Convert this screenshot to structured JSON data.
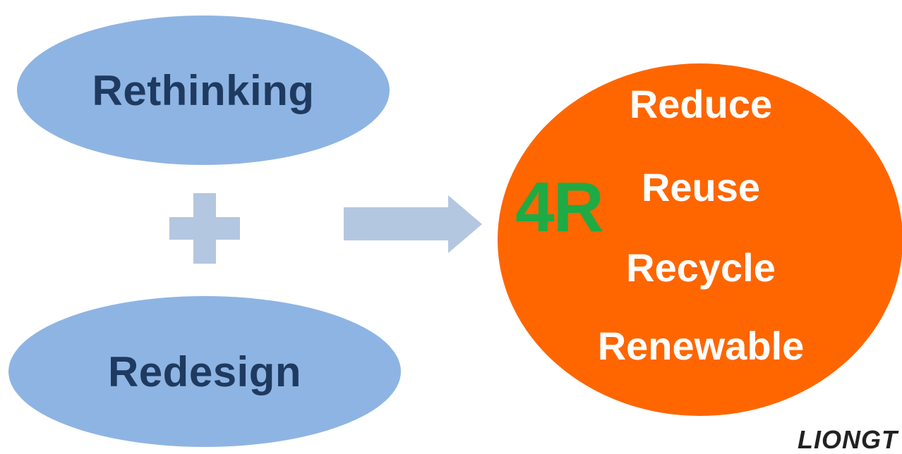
{
  "left_column": {
    "top_label": "Rethinking",
    "bottom_label": "Redesign"
  },
  "connector": {
    "operator_icon": "plus-icon",
    "flow_icon": "right-arrow-icon"
  },
  "result": {
    "badge": "4R",
    "items": [
      "Reduce",
      "Reuse",
      "Recycle",
      "Renewable"
    ]
  },
  "logo": {
    "text": "LIONGT"
  },
  "colors": {
    "ellipse_fill": "#8eb4e3",
    "ellipse_text": "#1f3a60",
    "connector_fill": "#b4c7e0",
    "circle_fill": "#ff6600",
    "circle_text": "#ffffff",
    "badge_text": "#1faa44"
  }
}
